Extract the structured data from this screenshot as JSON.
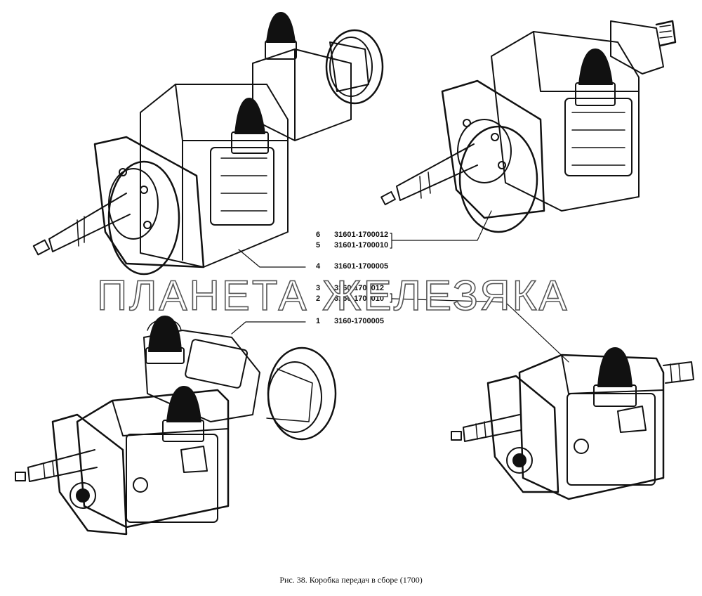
{
  "figure": {
    "caption": "Рис. 38. Коробка передач в сборе (1700)",
    "watermark": "ПЛАНЕТА ЖЕЛЕЗЯКА"
  },
  "callouts": [
    {
      "num": "6",
      "code": "31601-1700012"
    },
    {
      "num": "5",
      "code": "31601-1700010"
    },
    {
      "num": "4",
      "code": "31601-1700005"
    },
    {
      "num": "3",
      "code": "3160-1700012"
    },
    {
      "num": "2",
      "code": "3160-1700010"
    },
    {
      "num": "1",
      "code": "3160-1700005"
    }
  ],
  "colors": {
    "ink": "#111111",
    "paper": "#ffffff"
  }
}
